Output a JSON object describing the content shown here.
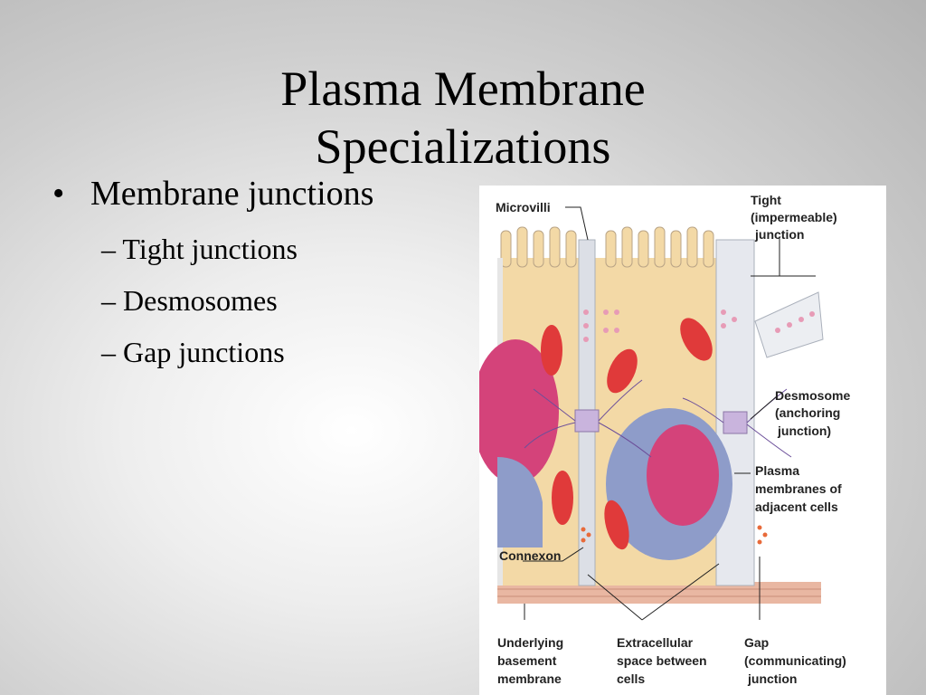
{
  "slide": {
    "title_line1": "Plasma Membrane",
    "title_line2": "Specializations",
    "bullet": "Membrane junctions",
    "subitems": [
      "Tight junctions",
      "Desmosomes",
      "Gap junctions"
    ]
  },
  "figure": {
    "labels": {
      "microvilli": "Microvilli",
      "tight_1": "Tight",
      "tight_2": "(impermeable)",
      "tight_3": "junction",
      "desmo_1": "Desmosome",
      "desmo_2": "(anchoring",
      "desmo_3": "junction)",
      "plasma_1": "Plasma",
      "plasma_2": "membranes of",
      "plasma_3": "adjacent cells",
      "connexon": "Connexon",
      "under_1": "Underlying",
      "under_2": "basement",
      "under_3": "membrane",
      "extra_1": "Extracellular",
      "extra_2": "space between",
      "extra_3": "cells",
      "gap_1": "Gap",
      "gap_2": "(communicating)",
      "gap_3": "junction"
    }
  }
}
